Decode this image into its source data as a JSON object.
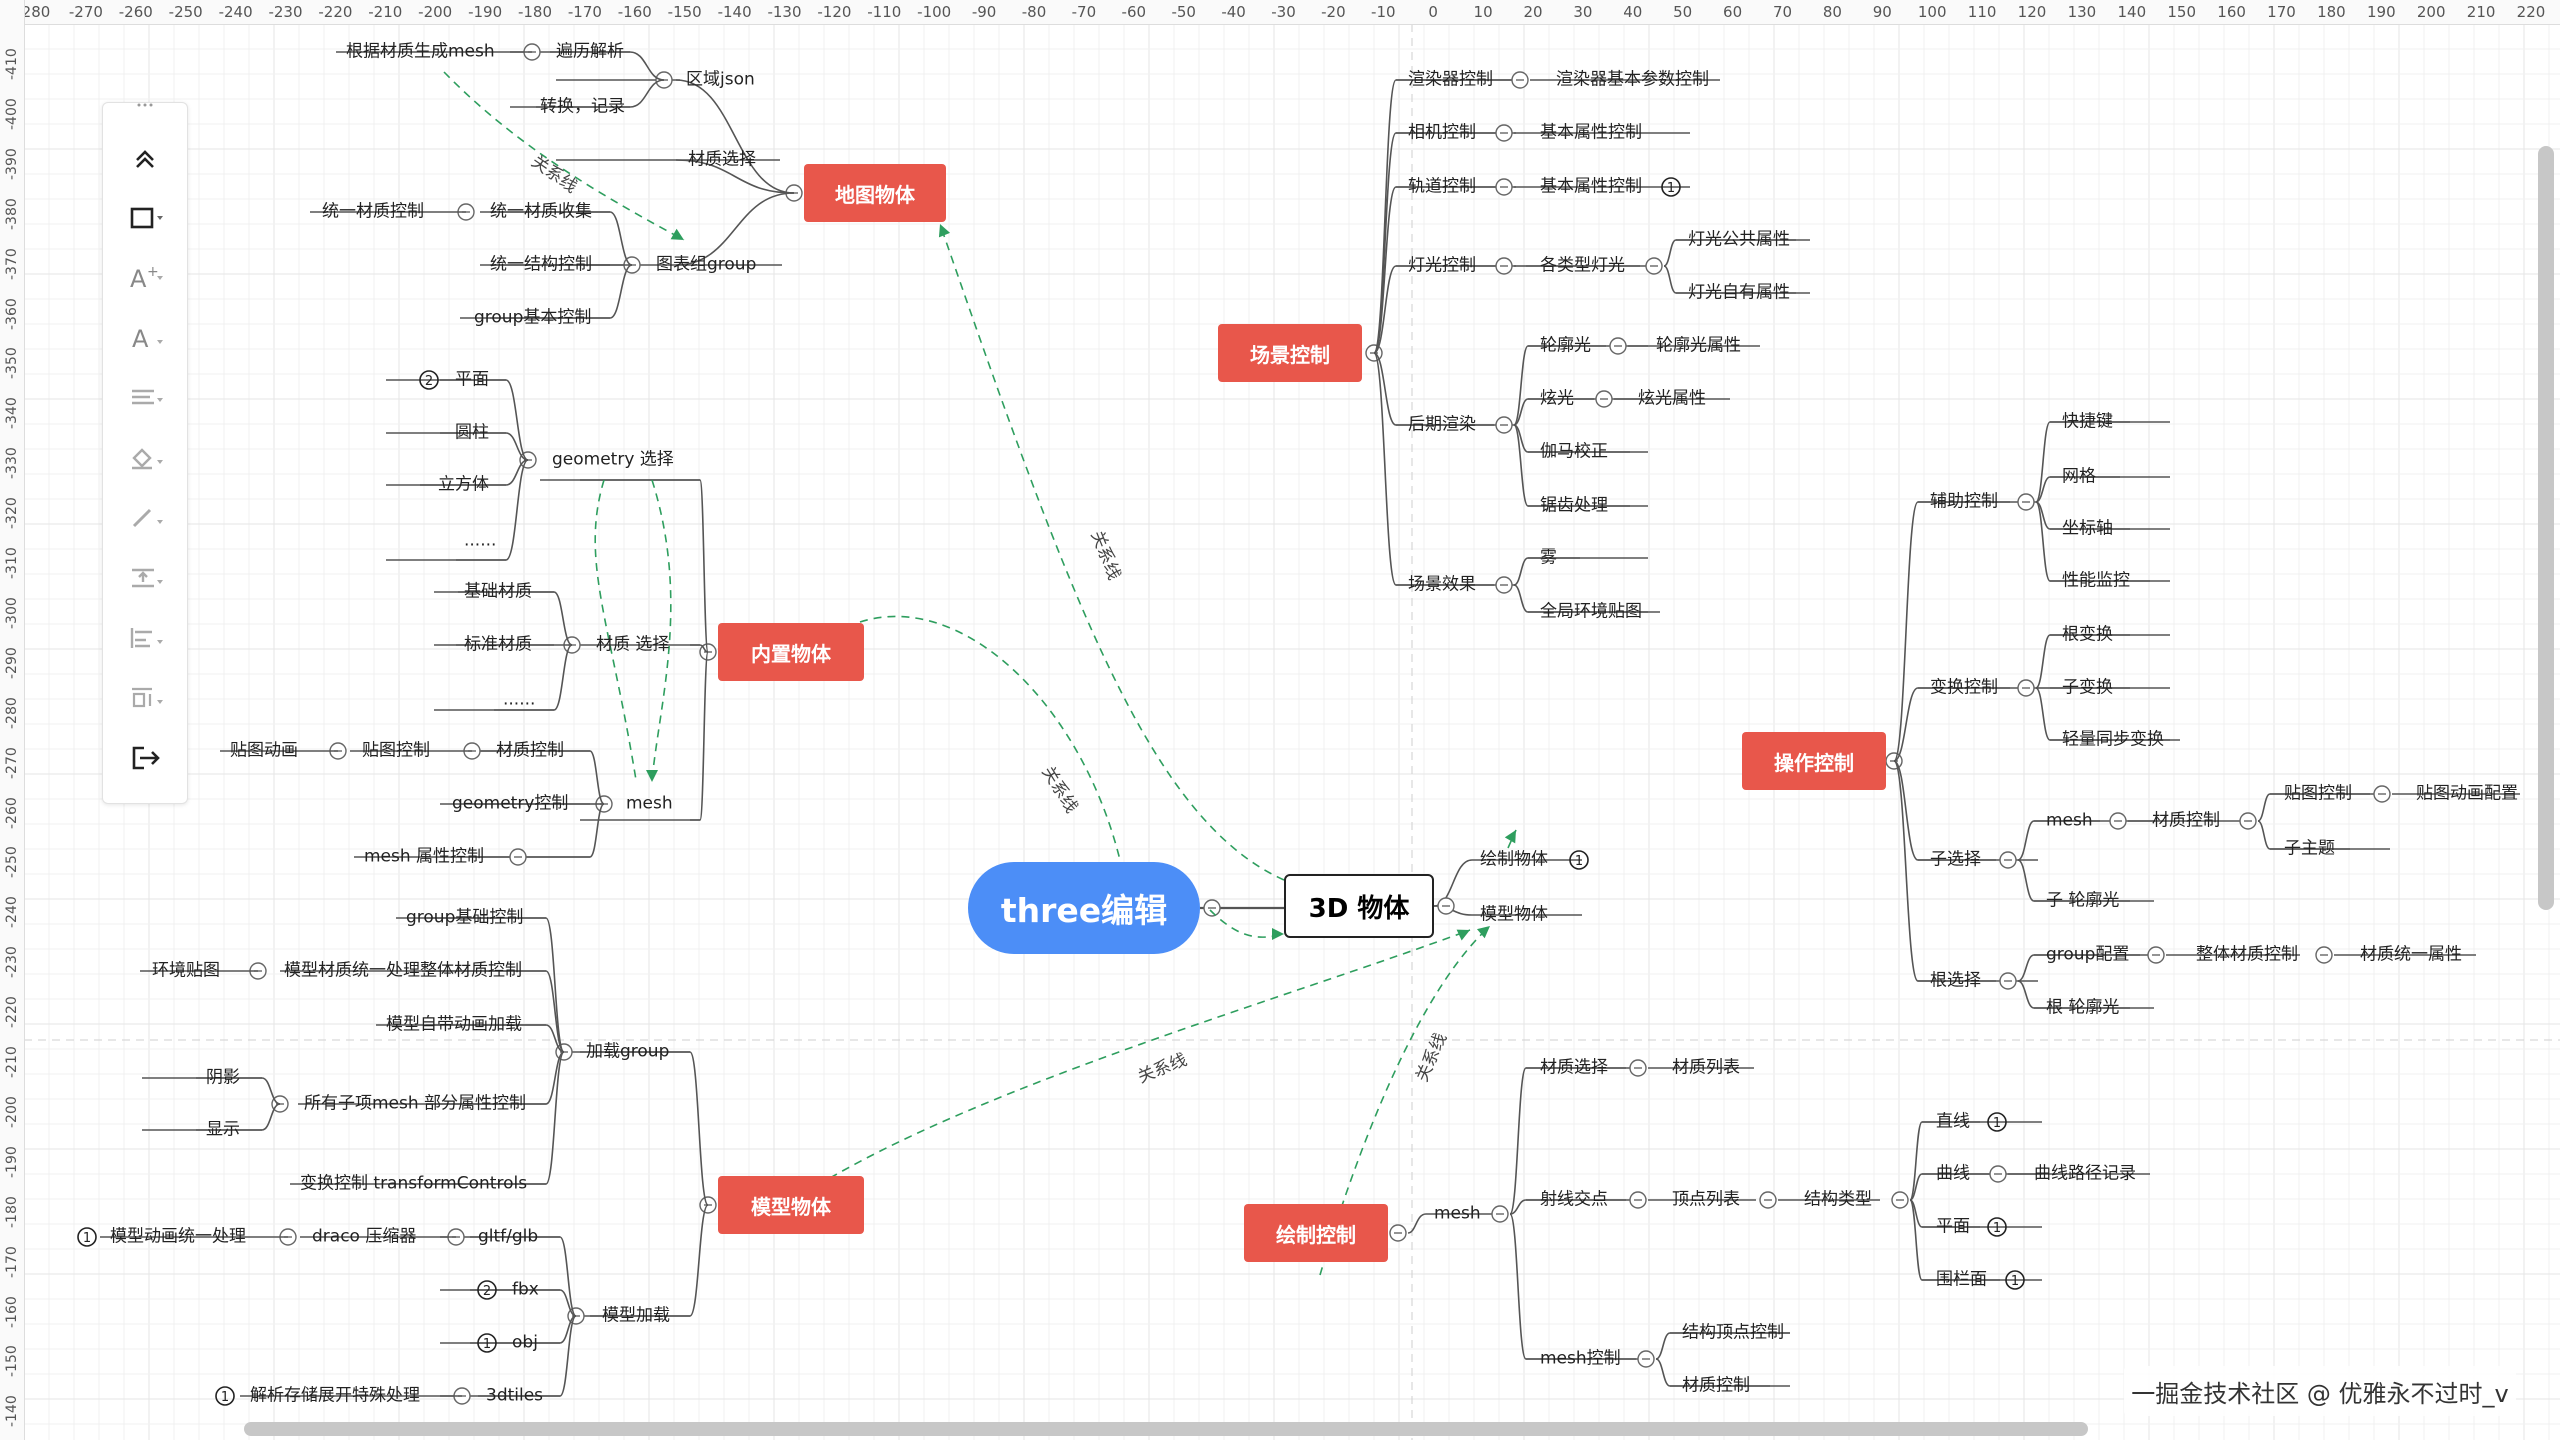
{
  "root": {
    "label": "three编辑"
  },
  "center": {
    "label": "3D 物体",
    "children": [
      "绘制物体",
      "模型物体"
    ]
  },
  "relation_label": "关系线",
  "branches": {
    "map_object": "地图物体",
    "builtin_object": "内置物体",
    "model_object": "模型物体",
    "scene_control": "场景控制",
    "operation_control": "操作控制",
    "draw_control": "绘制控制"
  },
  "nodes": {
    "map": {
      "by_material": "根据材质生成mesh",
      "traverse": "遍历解析",
      "region_json": "区域json",
      "convert_record": "转换，记录",
      "material_select": "材质选择",
      "unified_mat_ctrl": "统一材质控制",
      "unified_mat_collect": "统一材质收集",
      "unified_struct_ctrl": "统一结构控制",
      "chart_group": "图表组group",
      "group_basic": "group基本控制"
    },
    "builtin": {
      "plane": "平面",
      "cylinder": "圆柱",
      "geometry_select": "geometry 选择",
      "cube": "立方体",
      "ellipsis1": "......",
      "basic_mat": "基础材质",
      "standard_mat": "标准材质",
      "mat_select": "材质 选择",
      "ellipsis2": "......",
      "tex_anim": "贴图动画",
      "tex_ctrl": "贴图控制",
      "mat_ctrl": "材质控制",
      "geo_ctrl": "geometry控制",
      "mesh": "mesh",
      "mesh_attr": "mesh 属性控制"
    },
    "model": {
      "group_basic": "group基础控制",
      "env_tex": "环境贴图",
      "model_mat_unify": "模型材质统一处理整体材质控制",
      "model_anim": "模型自带动画加载",
      "load_group": "加载group",
      "shadow": "阴影",
      "sub_mesh_ctrl": "所有子项mesh 部分属性控制",
      "display": "显示",
      "transform_ctrl": "变换控制 transformControls",
      "anim_unify": "模型动画统一处理",
      "draco": "draco 压缩器",
      "gltf": "gltf/glb",
      "fbx": "fbx",
      "model_load": "模型加载",
      "obj": "obj",
      "parse_store": "解析存储展开特殊处理",
      "tiles": "3dtiles"
    },
    "scene": {
      "renderer_ctrl": "渲染器控制",
      "renderer_params": "渲染器基本参数控制",
      "camera_ctrl": "相机控制",
      "basic_attr1": "基本属性控制",
      "track_ctrl": "轨道控制",
      "basic_attr2": "基本属性控制",
      "light_ctrl": "灯光控制",
      "light_types": "各类型灯光",
      "light_common": "灯光公共属性",
      "light_own": "灯光自有属性",
      "outline": "轮廓光",
      "outline_attr": "轮廓光属性",
      "glare": "炫光",
      "glare_attr": "炫光属性",
      "post": "后期渲染",
      "gamma": "伽马校正",
      "aa": "锯齿处理",
      "fog": "雾",
      "scene_effect": "场景效果",
      "global_env": "全局环境贴图"
    },
    "operation": {
      "shortcut": "快捷键",
      "grid": "网格",
      "aux_ctrl": "辅助控制",
      "axis": "坐标轴",
      "perf": "性能监控",
      "root_transform": "根变换",
      "transform_ctrl": "变换控制",
      "sub_transform": "子变换",
      "lite_sync": "轻量同步变换",
      "tex_ctrl": "贴图控制",
      "tex_anim_cfg": "贴图动画配置",
      "mesh": "mesh",
      "mat_ctrl": "材质控制",
      "sub_topic": "子主题",
      "sub_select": "子选择",
      "sub_outline": "子 轮廓光",
      "group_cfg": "group配置",
      "whole_mat_ctrl": "整体材质控制",
      "mat_unify_attr": "材质统一属性",
      "root_select": "根选择",
      "root_outline": "根 轮廓光"
    },
    "draw": {
      "mat_select": "材质选择",
      "mat_list": "材质列表",
      "line": "直线",
      "curve": "曲线",
      "curve_path": "曲线路径记录",
      "mesh": "mesh",
      "ray_hit": "射线交点",
      "vertex_list": "顶点列表",
      "struct_type": "结构类型",
      "plane": "平面",
      "fence": "围栏面",
      "struct_vertex": "结构顶点控制",
      "mesh_ctrl": "mesh控制",
      "mat_ctrl": "材质控制"
    }
  },
  "badges": {
    "one": "1",
    "two": "2"
  },
  "ruler_top": [
    "280",
    "-270",
    "-260",
    "-250",
    "-240",
    "-230",
    "-220",
    "-210",
    "-200",
    "-190",
    "-180",
    "-170",
    "-160",
    "-150",
    "-140",
    "-130",
    "-120",
    "-110",
    "-100",
    "-90",
    "-80",
    "-70",
    "-60",
    "-50",
    "-40",
    "-30",
    "-20",
    "-10",
    "0",
    "10",
    "20",
    "30",
    "40",
    "50",
    "60",
    "70",
    "80",
    "90",
    "100",
    "110",
    "120",
    "130",
    "140",
    "150",
    "160",
    "170",
    "180",
    "190",
    "200",
    "210",
    "220"
  ],
  "ruler_left": [
    "-410",
    "-400",
    "-390",
    "-380",
    "-370",
    "-360",
    "-350",
    "-340",
    "-330",
    "-320",
    "-310",
    "-300",
    "-290",
    "-280",
    "-270",
    "-260",
    "-250",
    "-240",
    "-230",
    "-220",
    "-210",
    "-200",
    "-190",
    "-180",
    "-170",
    "-160",
    "-150",
    "-140"
  ],
  "toolbar": [
    "collapse-icon",
    "shape-icon",
    "text-size-icon",
    "font-icon",
    "align-icon",
    "fill-icon",
    "brush-icon",
    "spacing-icon",
    "arrange-icon",
    "layout-icon",
    "exit-icon"
  ],
  "watermark": "一掘金技术社区 @ 优雅永不过时_v",
  "colors": {
    "root": "#4c8ef7",
    "branch": "#e8574b",
    "relation": "#2e9e5e",
    "line": "#555555"
  }
}
